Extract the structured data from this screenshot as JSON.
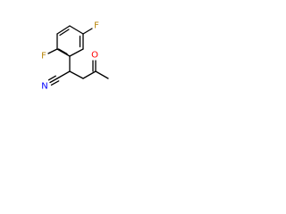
{
  "structure": {
    "atoms": {
      "fluorine_top": {
        "symbol": "F",
        "color": "#B8860B"
      },
      "fluorine_left": {
        "symbol": "F",
        "color": "#B8860B"
      },
      "nitrile_nitrogen": {
        "symbol": "N",
        "color": "#0000FF"
      },
      "ketone_oxygen": {
        "symbol": "O",
        "color": "#FF0000"
      }
    },
    "bond_color": "#000000"
  }
}
